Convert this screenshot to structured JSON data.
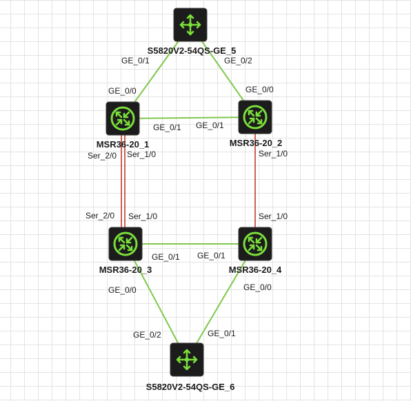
{
  "devices": {
    "s5": {
      "name": "S5820V2-54QS-GE_5",
      "kind": "switch"
    },
    "r1": {
      "name": "MSR36-20_1",
      "kind": "router"
    },
    "r2": {
      "name": "MSR36-20_2",
      "kind": "router"
    },
    "r3": {
      "name": "MSR36-20_3",
      "kind": "router"
    },
    "r4": {
      "name": "MSR36-20_4",
      "kind": "router"
    },
    "s6": {
      "name": "S5820V2-54QS-GE_6",
      "kind": "switch"
    }
  },
  "links": [
    {
      "from": "s5",
      "to": "r1",
      "type": "ethernet",
      "from_port": "GE_0/1",
      "to_port": "GE_0/0"
    },
    {
      "from": "s5",
      "to": "r2",
      "type": "ethernet",
      "from_port": "GE_0/2",
      "to_port": "GE_0/0"
    },
    {
      "from": "r1",
      "to": "r2",
      "type": "ethernet",
      "from_port": "GE_0/1",
      "to_port": "GE_0/1"
    },
    {
      "from": "r1",
      "to": "r3",
      "type": "serial",
      "from_port": "Ser_2/0",
      "to_port": "Ser_2/0"
    },
    {
      "from": "r1",
      "to": "r3",
      "type": "serial",
      "from_port": "Ser_1/0",
      "to_port": "Ser_1/0"
    },
    {
      "from": "r2",
      "to": "r4",
      "type": "serial",
      "from_port": "Ser_1/0",
      "to_port": "Ser_1/0"
    },
    {
      "from": "r3",
      "to": "r4",
      "type": "ethernet",
      "from_port": "GE_0/1",
      "to_port": "GE_0/1"
    },
    {
      "from": "r3",
      "to": "s6",
      "type": "ethernet",
      "from_port": "GE_0/0",
      "to_port": "GE_0/2"
    },
    {
      "from": "r4",
      "to": "s6",
      "type": "ethernet",
      "from_port": "GE_0/0",
      "to_port": "GE_0/1"
    }
  ],
  "colors": {
    "ethernet_link": "#7fc74a",
    "serial_link": "#c0392b",
    "icon_background": "#1c1c1c",
    "icon_glyph": "#7be03a",
    "grid": "#e3e3e3"
  },
  "icons": {
    "router": "router-icon",
    "switch": "switch-icon"
  }
}
